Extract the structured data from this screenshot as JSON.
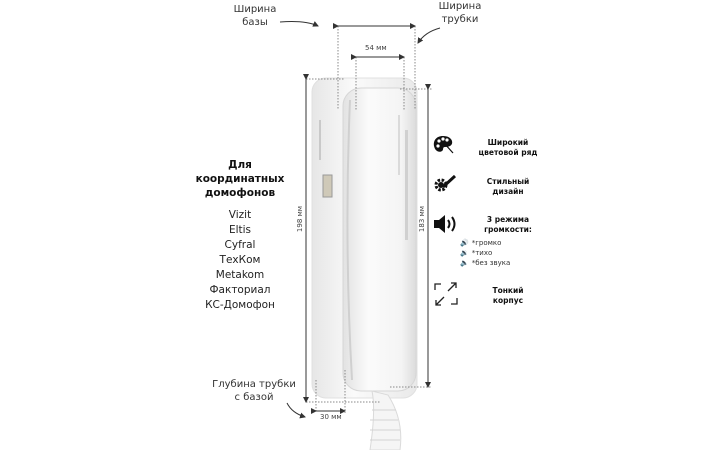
{
  "labels": {
    "base_width": [
      "Ширина",
      "базы"
    ],
    "handset_width": [
      "Ширина",
      "трубки"
    ],
    "depth": [
      "Глубина трубки",
      "с базой"
    ]
  },
  "dimensions": {
    "handset_width": "54 мм",
    "base_height": "198 мм",
    "handset_height": "183 мм",
    "depth": "30 мм"
  },
  "compatibility": {
    "title": [
      "Для координатных",
      "домофонов"
    ],
    "brands": [
      "Vizit",
      "Eltis",
      "Cyfral",
      "ТехКом",
      "Metakom",
      "Факториал",
      "КС-Домофон"
    ]
  },
  "features": [
    {
      "icon": "palette-icon",
      "lines": [
        "Широкий",
        "цветовой ряд"
      ]
    },
    {
      "icon": "gear-pencil-icon",
      "lines": [
        "Стильный",
        "дизайн"
      ]
    },
    {
      "icon": "speaker-icon",
      "lines": [
        "3 режима",
        "громкости:"
      ],
      "modes": [
        "*громко",
        "*тихо",
        "*без звука"
      ]
    },
    {
      "icon": "expand-icon",
      "lines": [
        "Тонкий",
        "корпус"
      ]
    }
  ],
  "colors": {
    "device": "#f3f3f3",
    "device_shade": "#d8d8d8",
    "line": "#555555",
    "text": "#222222"
  }
}
